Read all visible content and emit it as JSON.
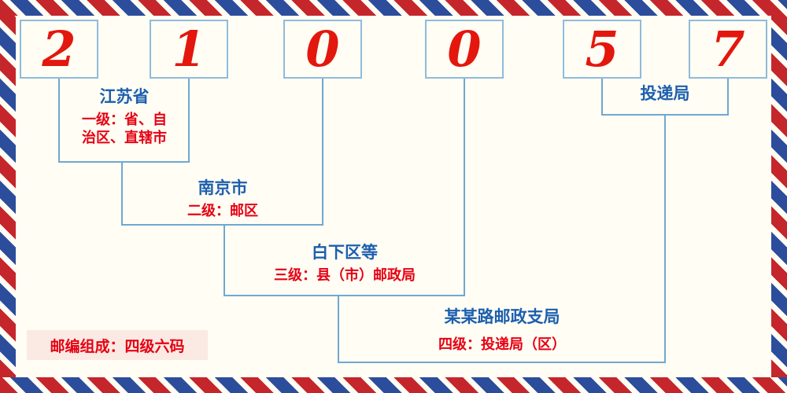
{
  "postal": {
    "value": "210057",
    "digits": [
      "2",
      "1",
      "0",
      "0",
      "5",
      "7"
    ]
  },
  "levels": [
    {
      "name": "江苏省",
      "desc": "一级：省、自治区、直辖市"
    },
    {
      "name": "南京市",
      "desc": "二级：邮区"
    },
    {
      "name": "白下区等",
      "desc": "三级：县（市）邮政局"
    },
    {
      "name": "某某路邮政支局",
      "desc": "四级：投递局（区）"
    }
  ],
  "delivery_office_label": "投递局",
  "footer_note": "邮编组成：四级六码",
  "colors": {
    "digit_red": "#e3170d",
    "label_blue": "#1c5fae",
    "desc_red": "#e60012",
    "connector_blue": "#6fa8d2",
    "stripe_red": "#c5262c",
    "stripe_blue": "#2c4d9c",
    "background": "#fffdf4",
    "footer_background": "#fbeae4"
  }
}
